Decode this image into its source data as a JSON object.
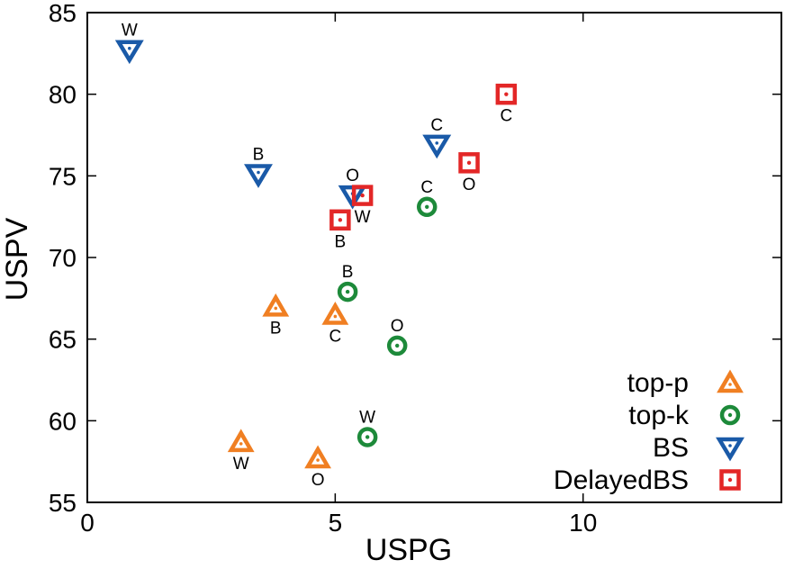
{
  "chart_data": {
    "type": "scatter",
    "title": "",
    "xlabel": "USPG",
    "ylabel": "USPV",
    "xlim": [
      0,
      14
    ],
    "ylim": [
      55,
      85
    ],
    "xticks": [
      0,
      5,
      10
    ],
    "yticks": [
      55,
      60,
      65,
      70,
      75,
      80,
      85
    ],
    "xtick_labels": [
      "0",
      "5",
      "10"
    ],
    "ytick_labels": [
      "55",
      "60",
      "65",
      "70",
      "75",
      "80",
      "85"
    ],
    "grid": false,
    "legend_position": "bottom-right",
    "series": [
      {
        "name": "top-p",
        "marker": "triangle-up",
        "color": "#f07f22",
        "points": [
          {
            "x": 3.1,
            "y": 58.7,
            "label": "W",
            "label_pos": "below"
          },
          {
            "x": 3.8,
            "y": 67.0,
            "label": "B",
            "label_pos": "below"
          },
          {
            "x": 5.0,
            "y": 66.5,
            "label": "C",
            "label_pos": "below"
          },
          {
            "x": 4.65,
            "y": 57.7,
            "label": "O",
            "label_pos": "below"
          }
        ]
      },
      {
        "name": "top-k",
        "marker": "circle",
        "color": "#1d8a3a",
        "points": [
          {
            "x": 5.65,
            "y": 59.0,
            "label": "W",
            "label_pos": "above"
          },
          {
            "x": 5.25,
            "y": 67.9,
            "label": "B",
            "label_pos": "above"
          },
          {
            "x": 6.25,
            "y": 64.6,
            "label": "O",
            "label_pos": "above"
          },
          {
            "x": 6.85,
            "y": 73.1,
            "label": "C",
            "label_pos": "above"
          }
        ]
      },
      {
        "name": "BS",
        "marker": "triangle-down",
        "color": "#1a5aa8",
        "points": [
          {
            "x": 0.85,
            "y": 82.7,
            "label": "W",
            "label_pos": "above"
          },
          {
            "x": 3.45,
            "y": 75.1,
            "label": "B",
            "label_pos": "above"
          },
          {
            "x": 5.35,
            "y": 73.8,
            "label": "O",
            "label_pos": "above"
          },
          {
            "x": 7.05,
            "y": 76.9,
            "label": "C",
            "label_pos": "above"
          }
        ]
      },
      {
        "name": "DelayedBS",
        "marker": "square",
        "color": "#e32727",
        "points": [
          {
            "x": 5.1,
            "y": 72.3,
            "label": "B",
            "label_pos": "below"
          },
          {
            "x": 5.55,
            "y": 73.8,
            "label": "W",
            "label_pos": "below"
          },
          {
            "x": 7.7,
            "y": 75.8,
            "label": "O",
            "label_pos": "below"
          },
          {
            "x": 8.45,
            "y": 80.0,
            "label": "C",
            "label_pos": "below"
          }
        ]
      }
    ]
  }
}
